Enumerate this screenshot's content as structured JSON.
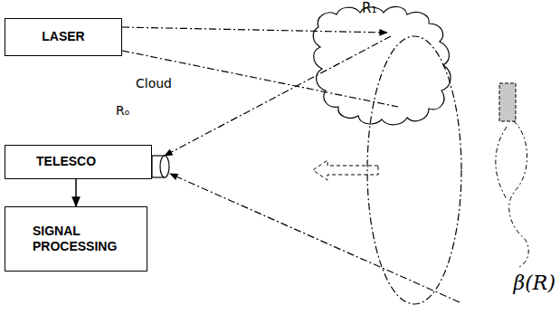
{
  "diagram": {
    "nodes": [
      {
        "text": [
          "LASER"
        ]
      },
      {
        "text": [
          "TELESCO"
        ]
      },
      {
        "text": [
          "SIGNAL PROCESSING"
        ]
      }
    ],
    "edges": [
      {
        "from": 1,
        "to": 2,
        "arrow": "to"
      }
    ],
    "labels": [
      "Cloud",
      "R₁",
      "Rₒ",
      "β(R)"
    ]
  }
}
